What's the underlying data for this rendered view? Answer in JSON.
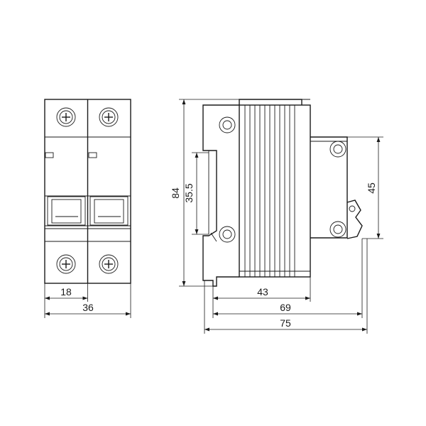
{
  "dimensions": {
    "front_pole_width": "18",
    "front_total_width": "36",
    "height": "84",
    "rail_height": "35.5",
    "front_depth": "43",
    "depth_to_rail": "69",
    "total_depth": "75",
    "side_height": "45"
  },
  "colors": {
    "line": "#1a1a1a",
    "background": "#ffffff"
  }
}
